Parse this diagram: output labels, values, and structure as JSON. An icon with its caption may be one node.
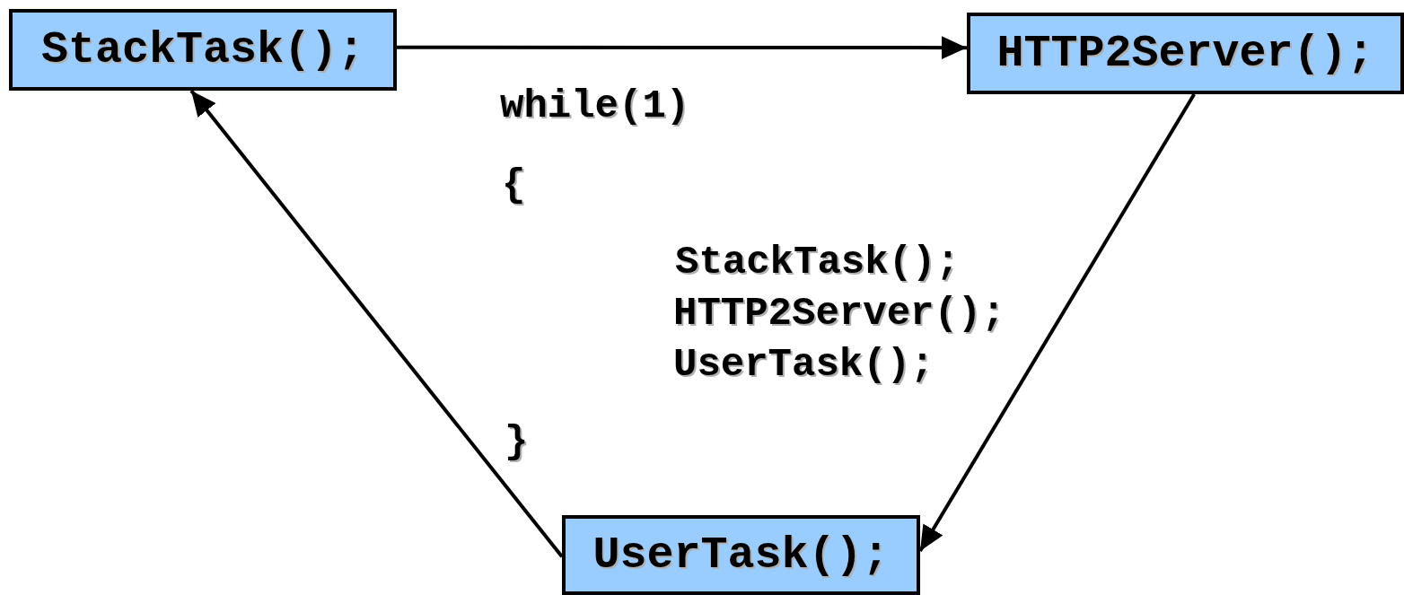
{
  "diagram": {
    "nodes": [
      {
        "text": [
          "StackTask();"
        ]
      },
      {
        "text": [
          "HTTP2Server();"
        ]
      },
      {
        "text": [
          "UserTask();"
        ]
      }
    ],
    "edges": [
      {
        "from": 0,
        "to": 1,
        "arrow": "to"
      },
      {
        "from": 1,
        "to": 2,
        "arrow": "to"
      },
      {
        "from": 2,
        "to": 0,
        "arrow": "to"
      }
    ],
    "labels": [
      "while(1)",
      "{",
      "StackTask();",
      "HTTP2Server();",
      "UserTask();",
      "}"
    ]
  }
}
